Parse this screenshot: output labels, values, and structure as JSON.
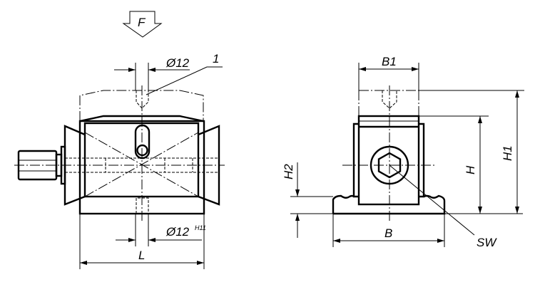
{
  "drawing": {
    "front_view": {
      "force_label": "F",
      "top_diameter": "Ø12",
      "item_callout": "1",
      "bottom_diameter": "Ø12",
      "bottom_tolerance": "H11",
      "length_label": "L"
    },
    "side_view": {
      "width_top_label": "B1",
      "width_label": "B",
      "height_label": "H",
      "overall_height_label": "H1",
      "base_height_label": "H2",
      "wrench_size_label": "SW"
    }
  }
}
